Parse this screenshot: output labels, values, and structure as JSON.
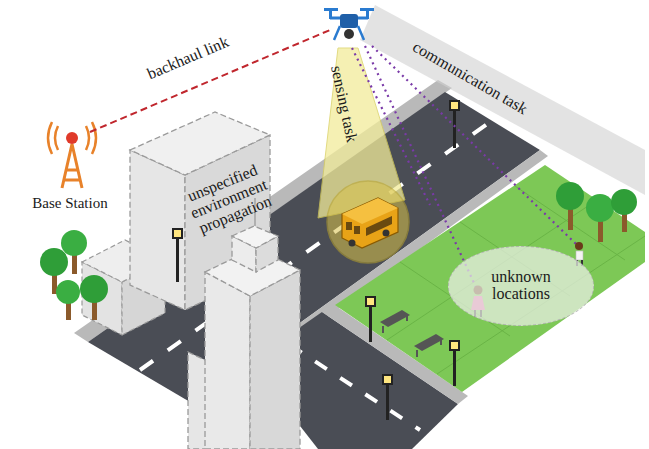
{
  "diagram": {
    "nodes": [
      {
        "text": [
          "unspecified environment propagation"
        ]
      },
      {
        "text": [
          "unknown locations"
        ]
      }
    ],
    "labels": [
      "backhaul link",
      "Base Station",
      "sensing task",
      "communication task"
    ]
  }
}
